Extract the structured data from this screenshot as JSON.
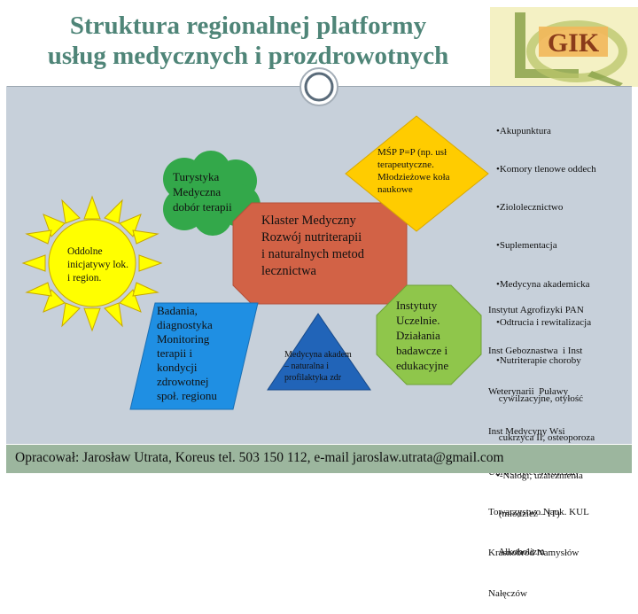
{
  "title": {
    "line1": "Struktura regionalnej platformy",
    "line2": "usług medycznych i prozdrowotnych"
  },
  "logo": {
    "text": "GIK"
  },
  "sun": {
    "lines": [
      "Oddolne",
      "inicjatywy lok.",
      "i region."
    ]
  },
  "cloud": {
    "lines": [
      "Turystyka",
      "Medyczna",
      "dobór terapii"
    ]
  },
  "center": {
    "lines": [
      "Klaster Medyczny",
      "Rozwój nutriterapii",
      "i naturalnych metod",
      "lecznictwa"
    ]
  },
  "diamond": {
    "lines": [
      "MŚP  P=P (np. usł",
      "terapeutyczne.",
      "Młodzieżowe koła",
      "naukowe"
    ]
  },
  "parallelogram": {
    "lines": [
      "Badania,",
      "diagnostyka",
      "Monitoring",
      "terapii i",
      "kondycji",
      "zdrowotnej",
      "społ. regionu"
    ]
  },
  "triangle": {
    "lines": [
      "Medycyna akadem",
      "– naturalna i",
      "profilaktyka zdr"
    ]
  },
  "octagon": {
    "lines": [
      "Instytuty",
      "Uczelnie.",
      "Działania",
      "badawcze i",
      "edukacyjne"
    ]
  },
  "therapy_list": [
    "•Akupunktura",
    "•Komory tlenowe oddech",
    "•Ziololecznictwo",
    "•Suplementacja",
    "•Medycyna akademicka",
    "•Odtrucia i rewitalizacja",
    "•Nutriterapie choroby",
    " cywilzacyjne, otyłość",
    " cukrzyca II, osteoporoza",
    "•-Nałogi, uzależnienia",
    " (młodzież – IT)",
    " Alkoholizm"
  ],
  "institutes_list": [
    "Instytut Agrofizyki PAN",
    "Inst Geboznastwa  i Inst",
    "Weterynarii  Puławy",
    "Inst Medycyny Wsi",
    "Uniwersytet Medyczny",
    "Towarzystwo Nauk. KUL",
    "Krasnobród Namysłów",
    "Nałęczów"
  ],
  "footer": {
    "text": "Opracował: Jarosław Utrata, Koreus tel. 503 150 112, e-mail jaroslaw.utrata@gmail.com"
  },
  "colors": {
    "title": "#4f8578",
    "panel": "#c7d0da",
    "footer": "#9cb69e",
    "sun": "#ffff00",
    "cloud": "#33a84a",
    "center": "#d26246",
    "diamond": "#ffcc00",
    "parallelogram": "#1f8fe3",
    "triangle": "#2164b8",
    "octagon": "#8fc64b"
  }
}
